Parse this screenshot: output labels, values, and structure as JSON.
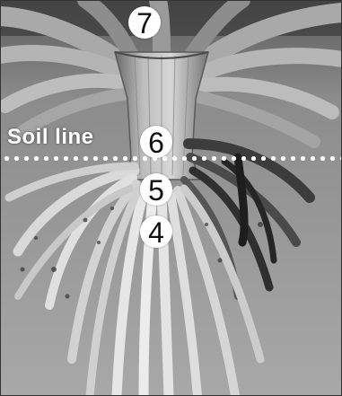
{
  "figure": {
    "soil_line_label": "Soil line",
    "markers": [
      "7",
      "6",
      "5",
      "4"
    ]
  }
}
